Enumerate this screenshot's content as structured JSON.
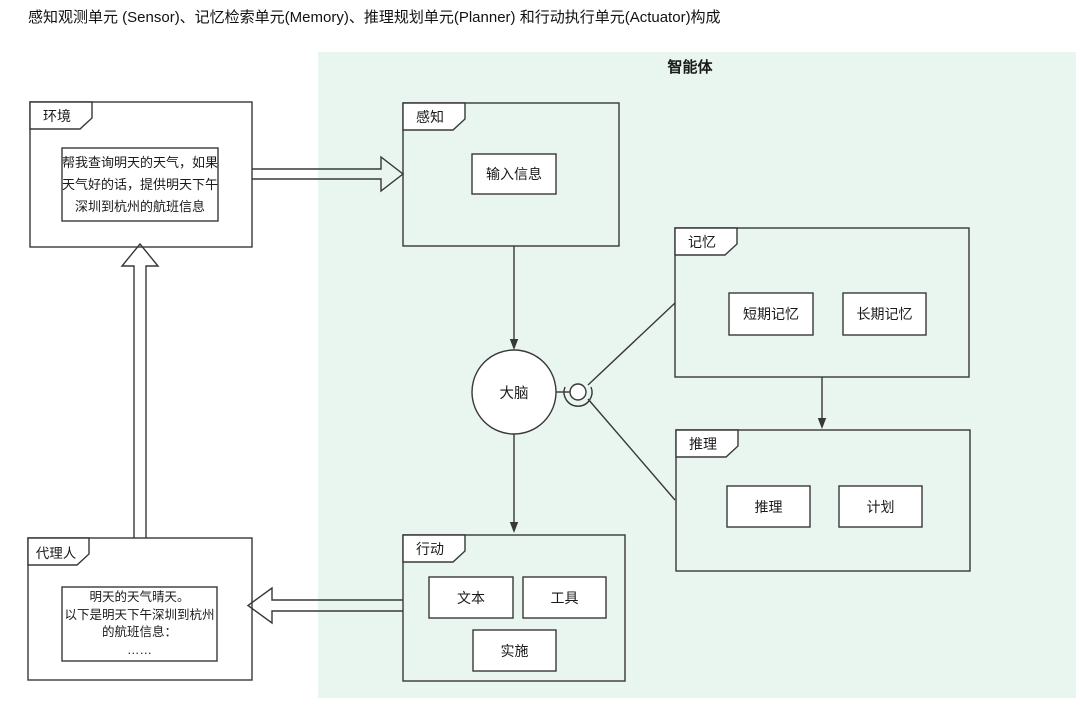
{
  "title": "感知观测单元 (Sensor)、记忆检索单元(Memory)、推理规划单元(Planner) 和行动执行单元(Actuator)构成",
  "agent_region": {
    "label": "智能体",
    "bg_color": "#e9f6ef"
  },
  "brain": {
    "label": "大脑"
  },
  "packages": {
    "environment": {
      "label": "环境",
      "message_lines": [
        "帮我查询明天的天气，如果",
        "天气好的话，提供明天下午",
        "深圳到杭州的航班信息"
      ]
    },
    "perception": {
      "label": "感知",
      "items": [
        "输入信息"
      ]
    },
    "memory": {
      "label": "记忆",
      "items": [
        "短期记忆",
        "长期记忆"
      ]
    },
    "reasoning": {
      "label": "推理",
      "items": [
        "推理",
        "计划"
      ]
    },
    "action": {
      "label": "行动",
      "items": [
        "文本",
        "工具",
        "实施"
      ]
    },
    "agent_proxy": {
      "label": "代理人",
      "message_lines": [
        "明天的天气晴天。",
        "以下是明天下午深圳到杭州",
        "的航班信息：",
        "……"
      ]
    }
  }
}
